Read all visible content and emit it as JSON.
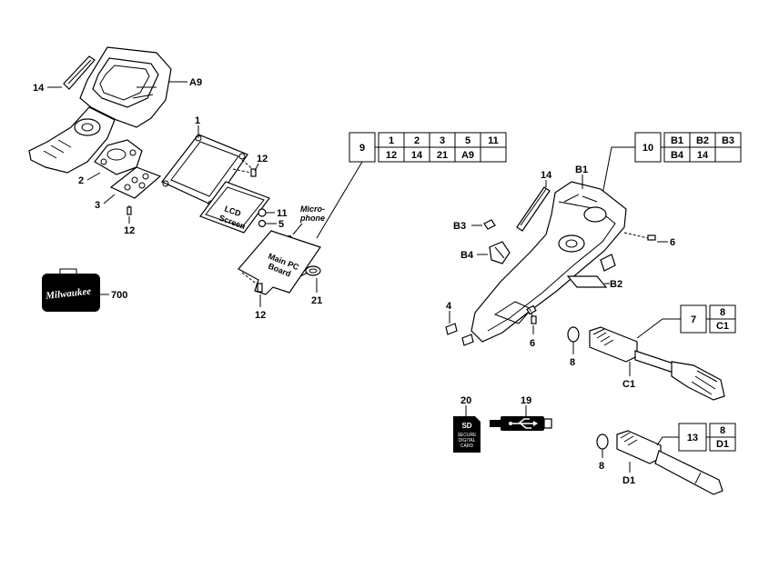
{
  "callouts": {
    "c14a": "14",
    "cA9": "A9",
    "c1": "1",
    "c2": "2",
    "c3": "3",
    "c12a": "12",
    "c12b": "12",
    "c11": "11",
    "c5": "5",
    "c12c": "12",
    "c21": "21",
    "c700": "700",
    "c9": "9",
    "c10": "10",
    "c14b": "14",
    "cB1": "B1",
    "cB3": "B3",
    "cB4": "B4",
    "cB2": "B2",
    "c6a": "6",
    "c4": "4",
    "c6b": "6",
    "c8a": "8",
    "c7": "7",
    "cC1": "C1",
    "c20": "20",
    "c19": "19",
    "c8b": "8",
    "c13": "13",
    "cD1": "D1"
  },
  "labels": {
    "lcd_line1": "LCD",
    "lcd_line2": "Screen",
    "board_line1": "Main PC",
    "board_line2": "Board",
    "mic_line1": "Micro-",
    "mic_line2": "phone",
    "sd_top": "SD",
    "sd_line1": "SECURE",
    "sd_line2": "DIGITAL",
    "sd_line3": "CARD",
    "case_logo": "Milwaukee"
  },
  "table9": {
    "key": "9",
    "row1": [
      "1",
      "2",
      "3",
      "5",
      "11"
    ],
    "row2": [
      "12",
      "14",
      "21",
      "A9",
      ""
    ]
  },
  "table10": {
    "key": "10",
    "row1": [
      "B1",
      "B2",
      "B3"
    ],
    "row2": [
      "B4",
      "14",
      ""
    ]
  },
  "table7": {
    "key": "7",
    "row1": [
      "8"
    ],
    "row2": [
      "C1"
    ]
  },
  "table13": {
    "key": "13",
    "row1": [
      "8"
    ],
    "row2": [
      "D1"
    ]
  },
  "colors": {
    "ink": "#000000",
    "paper": "#ffffff",
    "sd_fill": "#000000"
  }
}
